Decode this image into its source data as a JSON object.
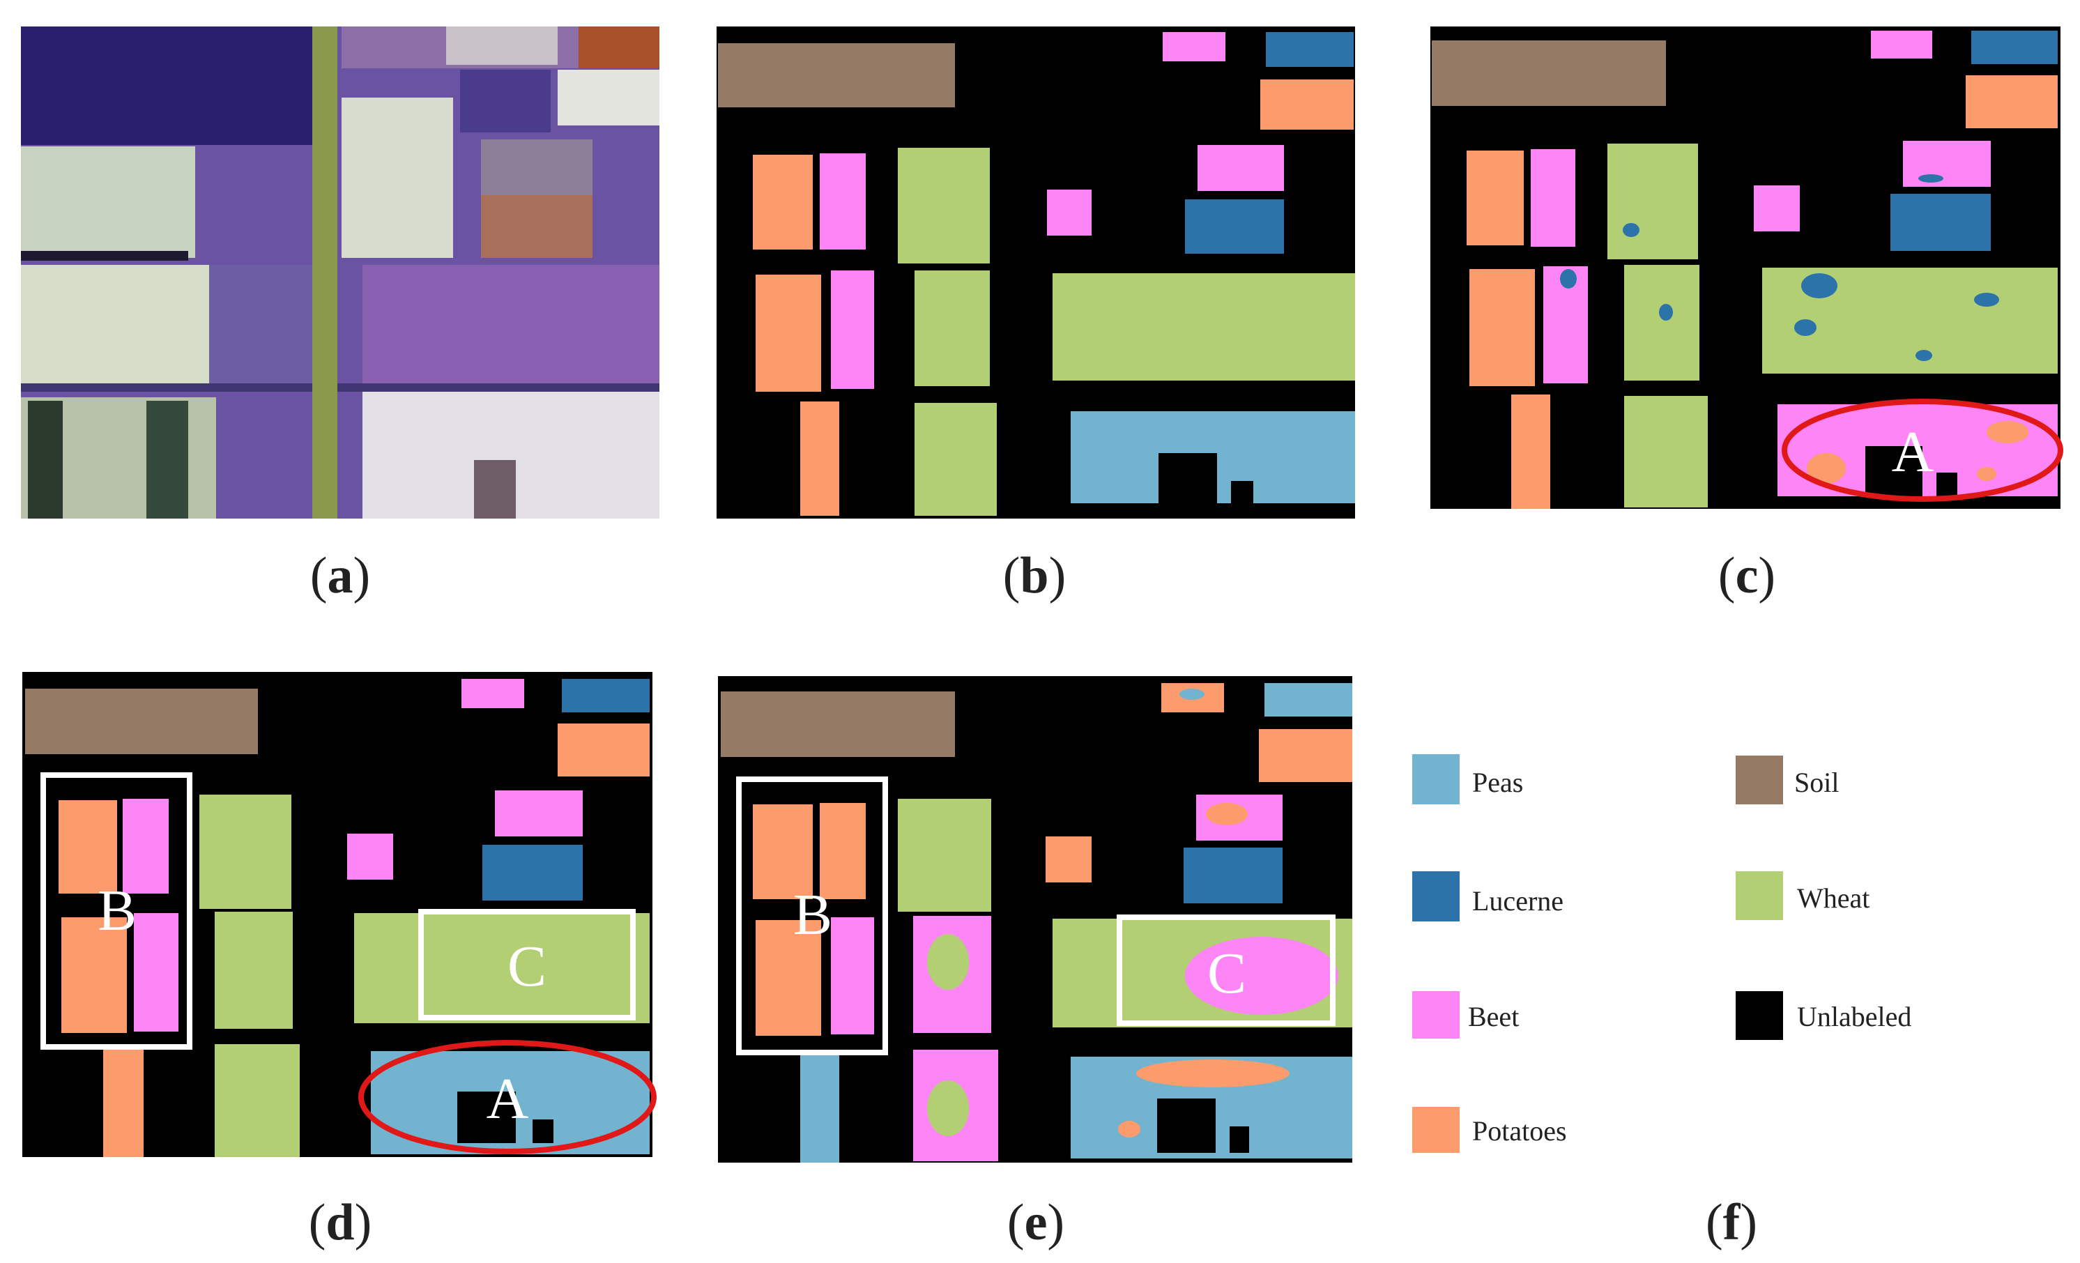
{
  "colors": {
    "peas": "#72b3d0",
    "lucerne": "#2b73a8",
    "beet": "#fd85f5",
    "potatoes": "#fc9b6b",
    "soil": "#957a66",
    "wheat": "#b2cf73",
    "unlabeled": "#000000",
    "highlight_ellipse": "#e01818",
    "highlight_box": "#ffffff"
  },
  "panels": [
    {
      "id": "a",
      "caption_open": "(",
      "caption_letter": "a",
      "caption_close": ")"
    },
    {
      "id": "b",
      "caption_open": "(",
      "caption_letter": "b",
      "caption_close": ")"
    },
    {
      "id": "c",
      "caption_open": "(",
      "caption_letter": "c",
      "caption_close": ")"
    },
    {
      "id": "d",
      "caption_open": "(",
      "caption_letter": "d",
      "caption_close": ")"
    },
    {
      "id": "e",
      "caption_open": "(",
      "caption_letter": "e",
      "caption_close": ")"
    },
    {
      "id": "f",
      "caption_open": "(",
      "caption_letter": "f",
      "caption_close": ")"
    }
  ],
  "markers": {
    "A": "A",
    "B": "B",
    "C": "C"
  },
  "legend": [
    {
      "label": "Peas",
      "color_key": "peas"
    },
    {
      "label": "Lucerne",
      "color_key": "lucerne"
    },
    {
      "label": "Beet",
      "color_key": "beet"
    },
    {
      "label": "Potatoes",
      "color_key": "potatoes"
    },
    {
      "label": "Soil",
      "color_key": "soil"
    },
    {
      "label": "Wheat",
      "color_key": "wheat"
    },
    {
      "label": "Unlabeled",
      "color_key": "unlabeled"
    }
  ]
}
